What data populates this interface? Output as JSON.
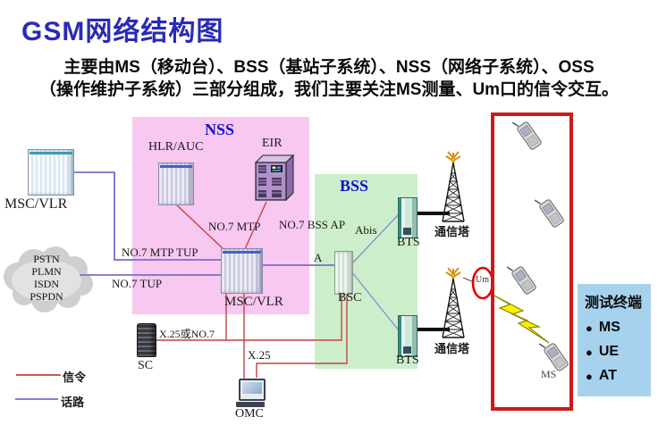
{
  "slide": {
    "title": "GSM网络结构图",
    "subtitle_line1": "主要由MS（移动台）、BSS（基站子系统）、NSS（网络子系统）、OSS",
    "subtitle_line2": "（操作维护子系统）三部分组成，我们主要关注MS测量、Um口的信令交互。"
  },
  "nss": {
    "label": "NSS",
    "hlr_auc": "HLR/AUC",
    "eir": "EIR",
    "msc_vlr": "MSC/VLR"
  },
  "bss": {
    "label": "BSS",
    "bsc": "BSC",
    "bts_upper": "BTS",
    "bts_lower": "BTS"
  },
  "pstn": {
    "msc_vlr": "MSC/VLR",
    "cloud": [
      "PSTN",
      "PLMN",
      "ISDN",
      "PSPDN"
    ]
  },
  "oss": {
    "sc": "SC",
    "omc": "OMC"
  },
  "interfaces": {
    "no7_mtp": "NO.7 MTP",
    "no7_bss_ap": "NO.7 BSS AP",
    "no7_mtp_tup": "NO.7 MTP TUP",
    "no7_tup": "NO.7 TUP",
    "a": "A",
    "abis": "Abis",
    "x25_or_no7": "X.25或NO.7",
    "x25": "X.25",
    "um": "Um"
  },
  "radio": {
    "tower_upper": "通信塔",
    "tower_lower": "通信塔",
    "ms": "MS"
  },
  "legend": {
    "signaling": "信令",
    "voice": "话路"
  },
  "test_terminal": {
    "title": "测试终端",
    "bullet": "●",
    "items": [
      "MS",
      "UE",
      "AT"
    ]
  },
  "colors": {
    "title_blue": "#2a2ab8",
    "region_label_blue": "#1111cc",
    "nss_bg": "#f8c8f0",
    "bss_bg": "#cdeecb",
    "test_bg": "#a6d2ee",
    "red_frame": "#cc1a1a",
    "signaling_line": "#c04545",
    "voice_line": "#7272c8",
    "lightning_yellow": "#ffee00"
  }
}
